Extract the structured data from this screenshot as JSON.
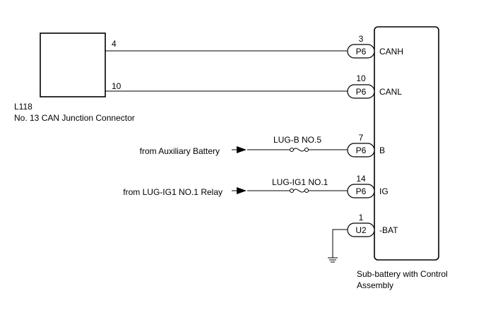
{
  "junction_connector": {
    "code": "L118",
    "name": "No. 13 CAN Junction Connector",
    "pin_canh": "4",
    "pin_canl": "10"
  },
  "assembly": {
    "name_line1": "Sub-battery with Control",
    "name_line2": "Assembly"
  },
  "terminals": [
    {
      "pin": "3",
      "connector": "P6",
      "label": "CANH"
    },
    {
      "pin": "10",
      "connector": "P6",
      "label": "CANL"
    },
    {
      "pin": "7",
      "connector": "P6",
      "label": "B"
    },
    {
      "pin": "14",
      "connector": "P6",
      "label": "IG"
    },
    {
      "pin": "1",
      "connector": "U2",
      "label": "-BAT"
    }
  ],
  "fuses": [
    {
      "name": "LUG-B NO.5"
    },
    {
      "name": "LUG-IG1 NO.1"
    }
  ],
  "sources": [
    {
      "text": "from Auxiliary Battery"
    },
    {
      "text": "from LUG-IG1 NO.1 Relay"
    }
  ]
}
